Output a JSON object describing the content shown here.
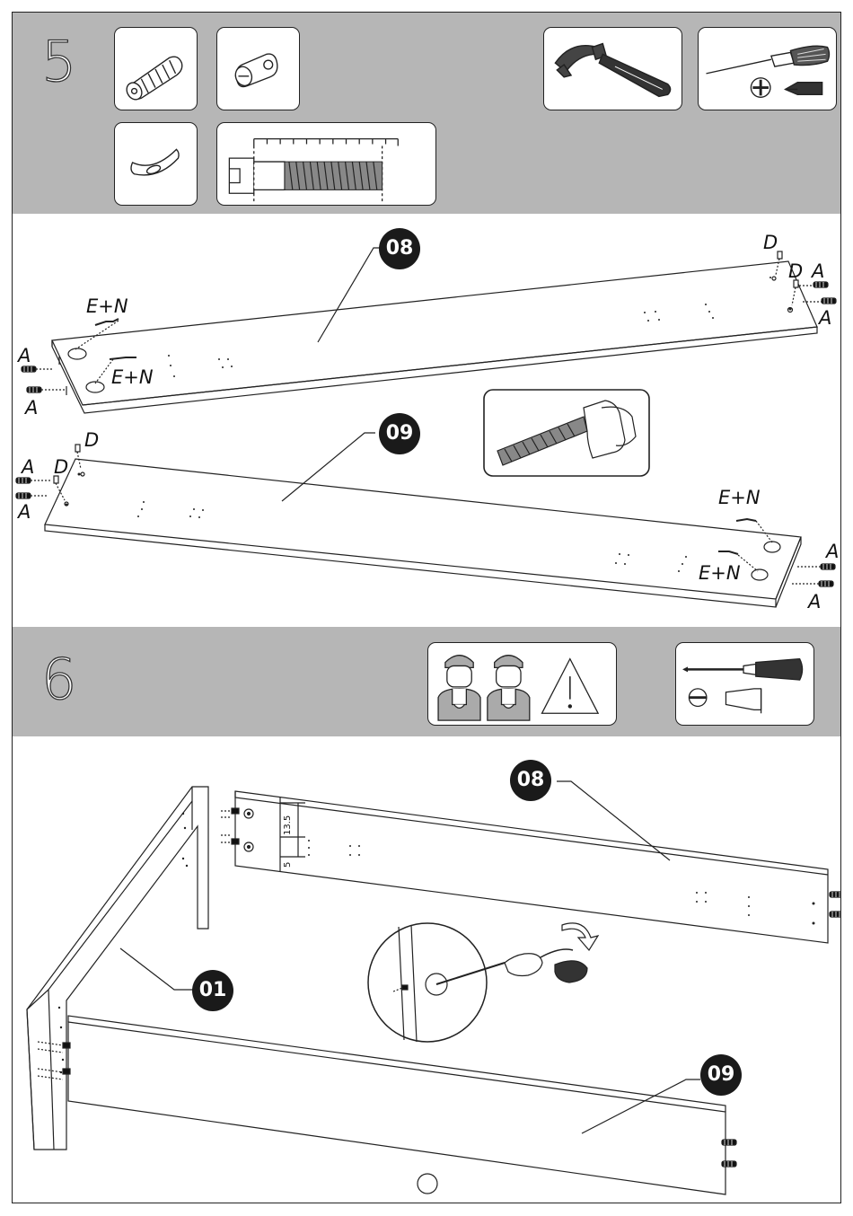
{
  "steps": {
    "step5": {
      "number": "5"
    },
    "step6": {
      "number": "6"
    }
  },
  "parts": {
    "p08_top": "08",
    "p09_top": "09",
    "p08_bottom": "08",
    "p09_bottom": "09",
    "p01": "01"
  },
  "labels": {
    "A": "A",
    "D": "D",
    "EN": "E+N"
  },
  "dimensions": {
    "upper": "13.5",
    "lower": "5"
  },
  "icons": {
    "step5_tools": [
      "dowel-icon",
      "cam-bolt-icon",
      "cam-lock-icon",
      "screw-gauge-icon",
      "hammer-icon",
      "screwdriver-phillips-flat-icon"
    ],
    "step6_tools": [
      "two-workers-icon",
      "warning-triangle-icon",
      "flat-screwdriver-icon"
    ]
  },
  "colors": {
    "header_band": "#b6b6b6",
    "badge": "#1a1a1a",
    "line": "#222222"
  }
}
